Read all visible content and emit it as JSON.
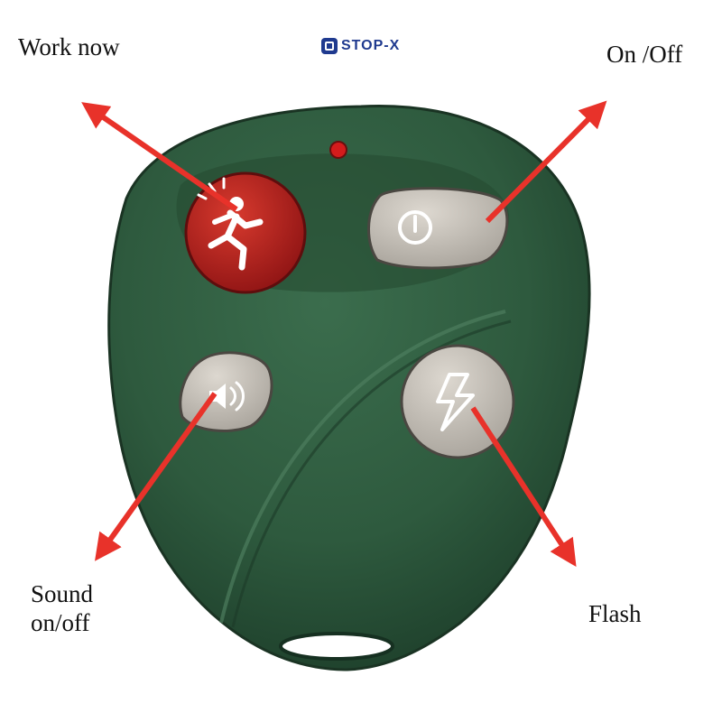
{
  "brand": {
    "logo_text": "STOP-X"
  },
  "labels": {
    "work_now": "Work now",
    "on_off": "On /Off",
    "sound_line1": "Sound",
    "sound_line2": "on/off",
    "flash": "Flash"
  },
  "colors": {
    "body_green": "#2e5a3e",
    "arrow_red": "#e8322a",
    "panic_red": "#b01c1c",
    "button_gray": "#c8c3bb",
    "led_red": "#d41c1c",
    "logo_blue": "#1f3a8f"
  },
  "icons": {
    "work_now_button": "running-figure-icon",
    "on_off_button": "power-icon",
    "sound_button": "speaker-icon",
    "flash_button": "lightning-icon"
  }
}
